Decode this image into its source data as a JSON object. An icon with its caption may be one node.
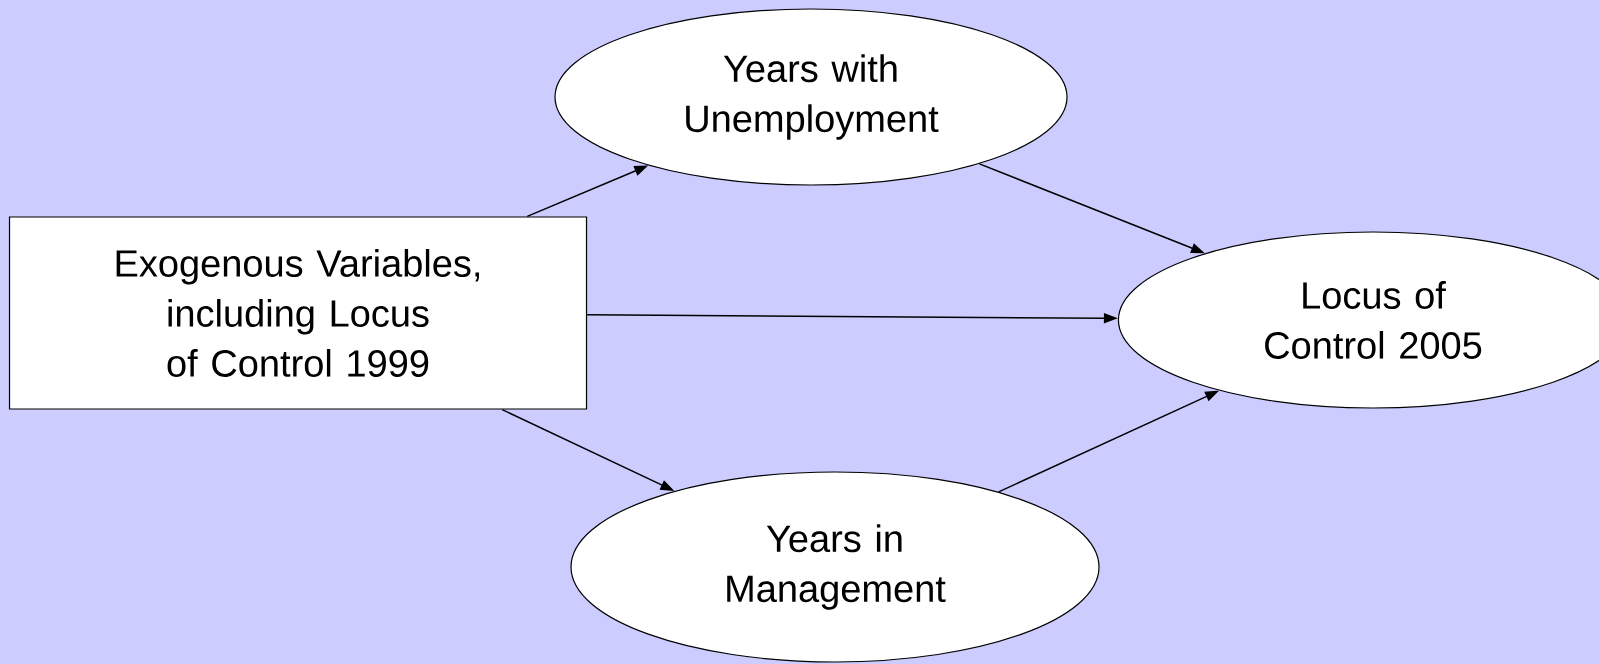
{
  "diagram": {
    "nodes": [
      {
        "text": [
          "Exogenous Variables, including Locus of Control 1999"
        ]
      },
      {
        "text": [
          "Years with Unemployment"
        ]
      },
      {
        "text": [
          "Locus of Control 2005"
        ]
      },
      {
        "text": [
          "Years in Management"
        ]
      }
    ],
    "edges": [
      {
        "from": 0,
        "to": 1,
        "arrow": "to"
      },
      {
        "from": 0,
        "to": 2,
        "arrow": "to"
      },
      {
        "from": 0,
        "to": 3,
        "arrow": "to"
      },
      {
        "from": 1,
        "to": 2,
        "arrow": "to"
      },
      {
        "from": 3,
        "to": 2,
        "arrow": "to"
      }
    ]
  }
}
